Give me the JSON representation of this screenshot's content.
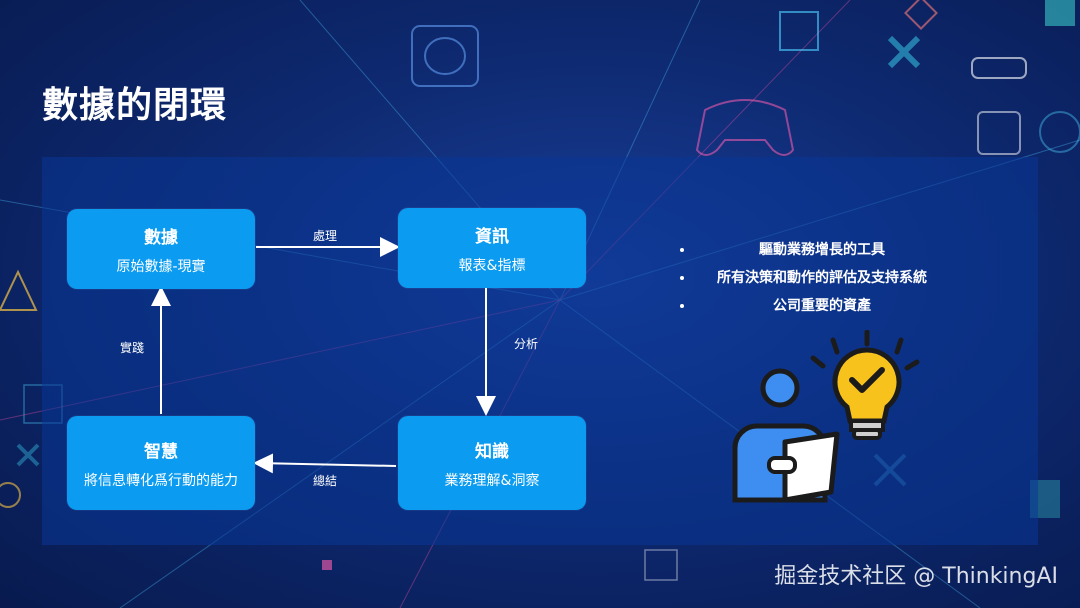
{
  "title": "數據的閉環",
  "nodes": {
    "data": {
      "title": "數據",
      "subtitle": "原始數據-現實"
    },
    "info": {
      "title": "資訊",
      "subtitle": "報表&指標"
    },
    "knowledge": {
      "title": "知識",
      "subtitle": "業務理解&洞察"
    },
    "wisdom": {
      "title": "智慧",
      "subtitle": "將信息轉化爲行動的能力"
    }
  },
  "edges": {
    "process": "處理",
    "analyze": "分析",
    "summarize": "總結",
    "practice": "實踐"
  },
  "bullets": [
    "驅動業務增長的工具",
    "所有決策和動作的評估及支持系統",
    "公司重要的資產"
  ],
  "watermark": "掘金技术社区 @ ThinkingAI",
  "colors": {
    "node": "#0b9bf0",
    "accent": "#f8c21c",
    "person": "#3d8ef0"
  },
  "illustration": {
    "person_icon": "person-reading-icon",
    "bulb_icon": "lightbulb-check-icon"
  }
}
